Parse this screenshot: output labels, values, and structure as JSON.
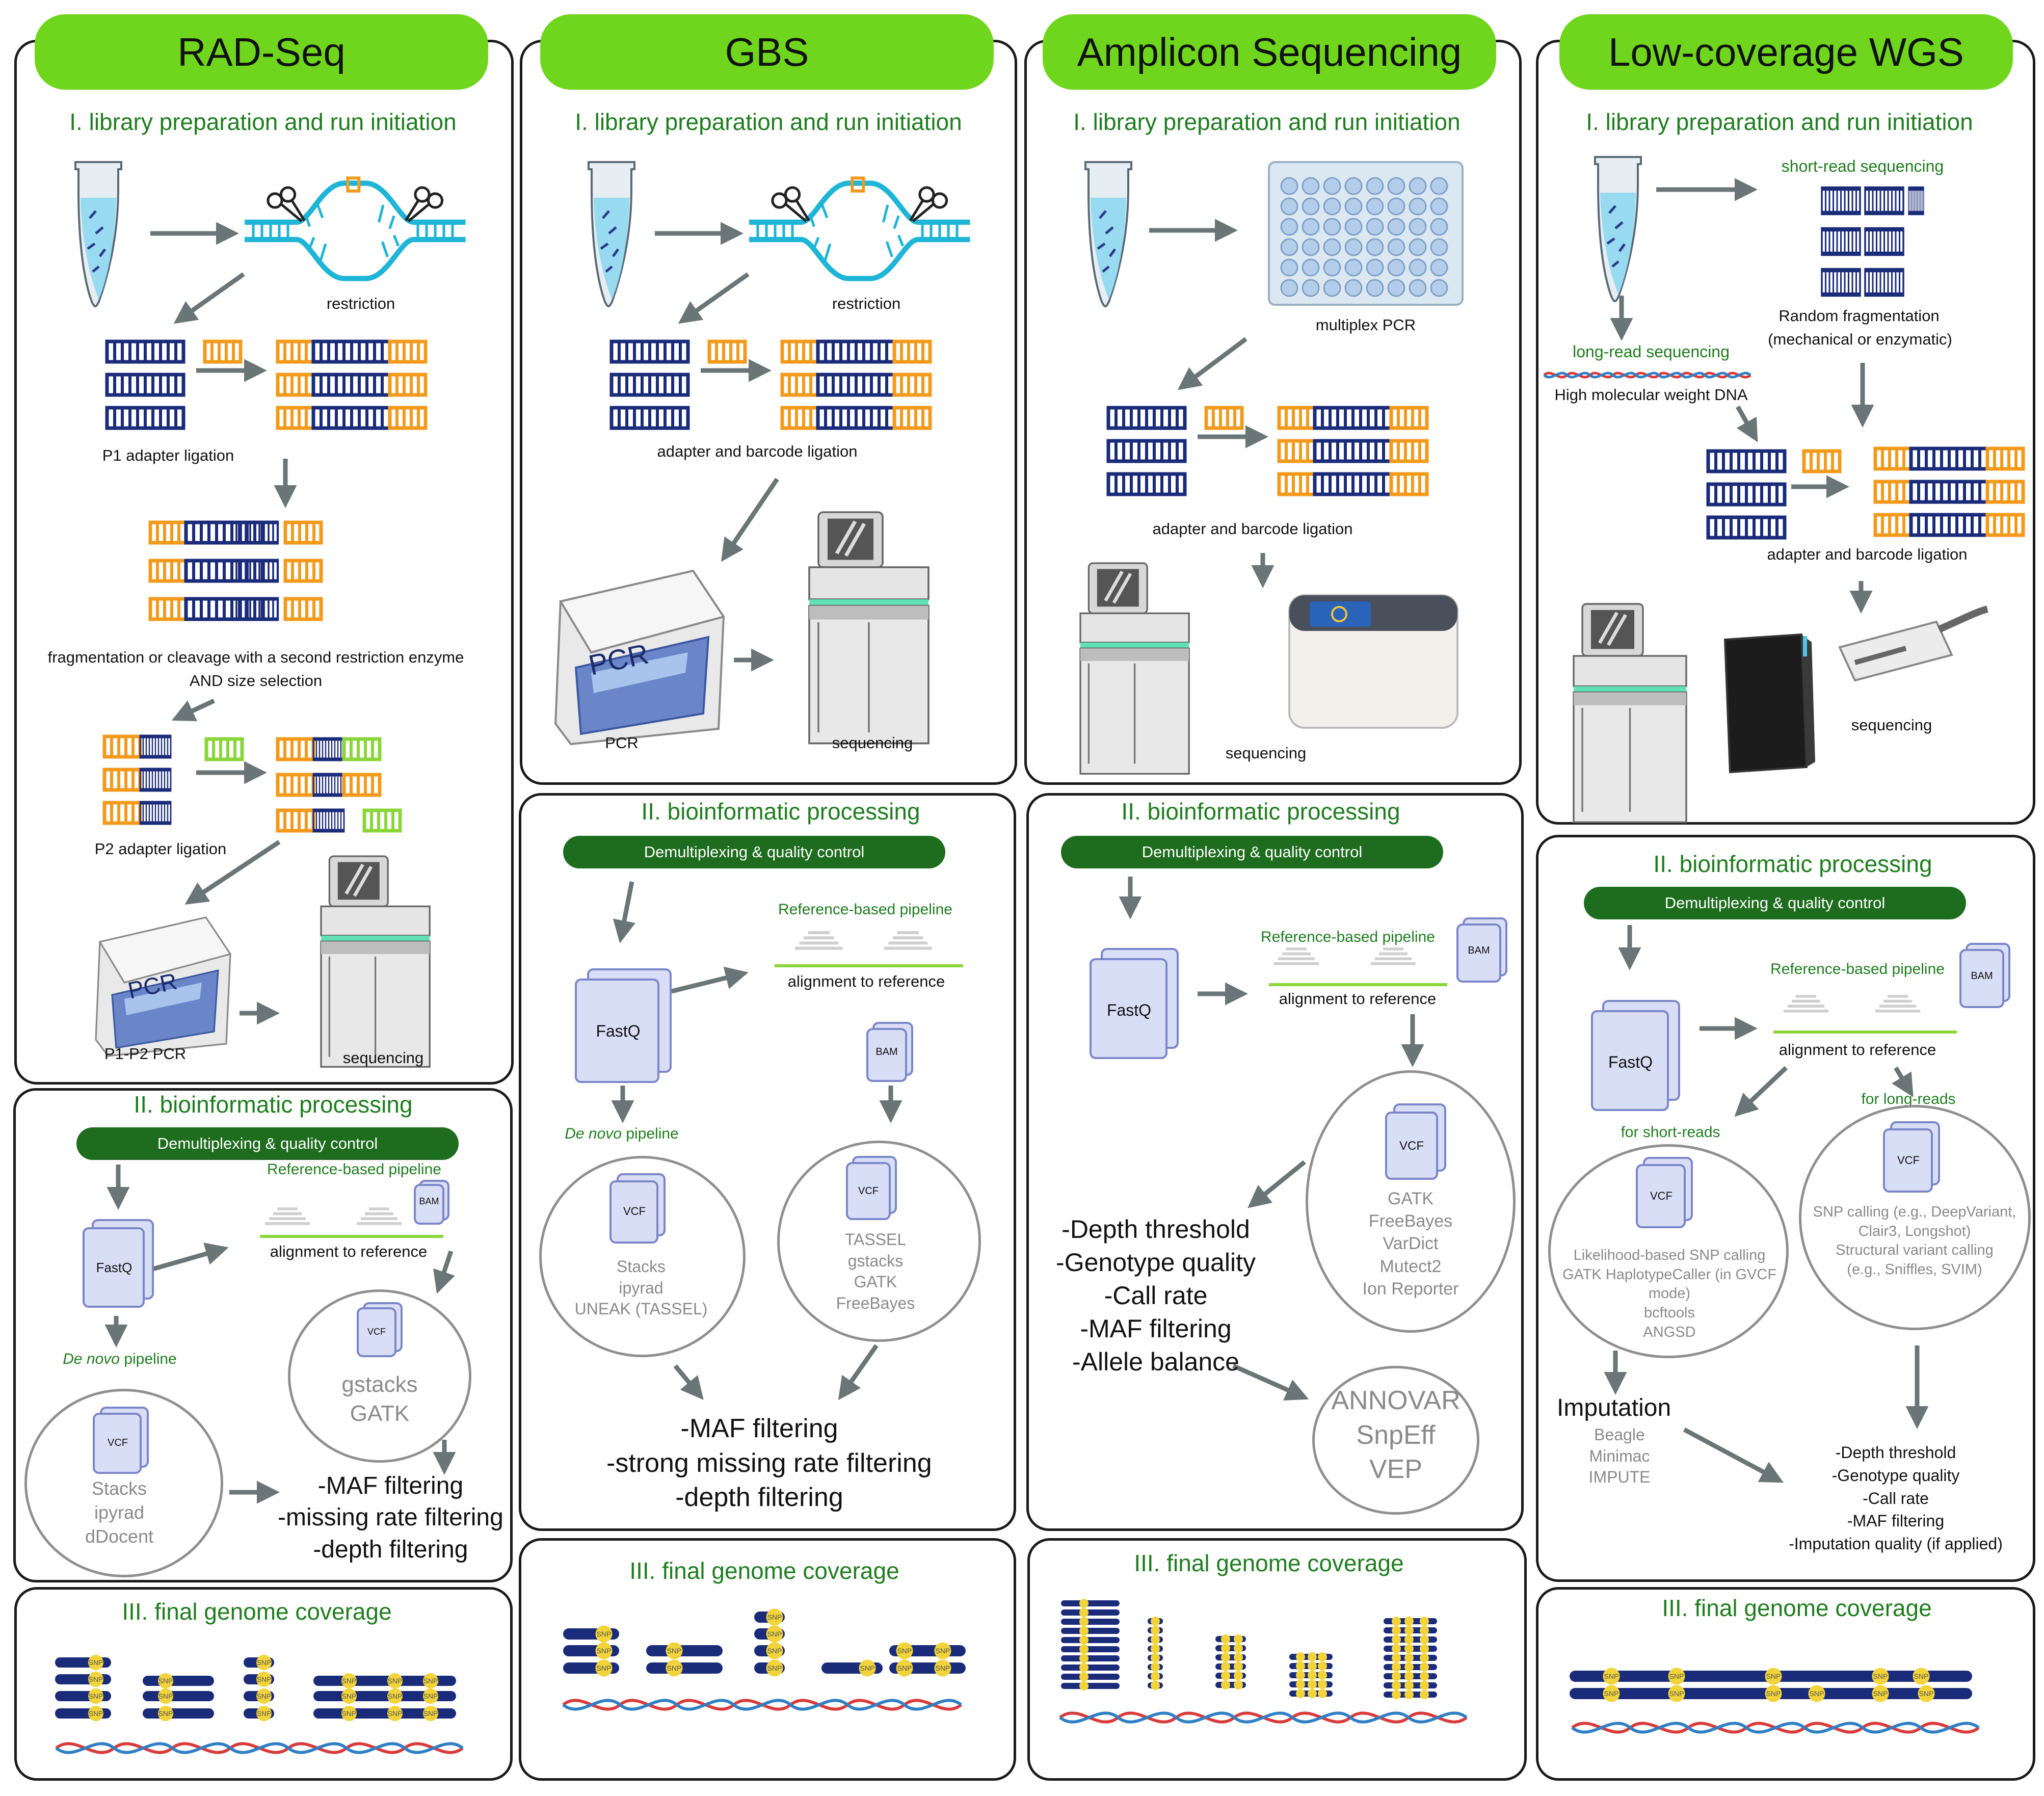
{
  "columns": [
    {
      "title": "RAD-Seq",
      "sec1": "I. library preparation and run initiation",
      "restriction": "restriction",
      "p1_ligation": "P1 adapter ligation",
      "fragmentation_line1": "fragmentation or cleavage with a second restriction enzyme",
      "fragmentation_line2": "AND size selection",
      "p2_ligation": "P2 adapter ligation",
      "pcr_label": "P1-P2 PCR",
      "pcr_screen": "PCR",
      "sequencing": "sequencing",
      "sec2": "II. bioinformatic processing",
      "demux": "Demultiplexing & quality control",
      "reference_pipeline": "Reference-based pipeline",
      "bam": "BAM",
      "alignment": "alignment to reference",
      "fastq": "FastQ",
      "denovo_italic": "De novo",
      "denovo_rest": " pipeline",
      "vcf": "VCF",
      "denovo_tools": [
        "Stacks",
        "ipyrad",
        "dDocent"
      ],
      "ref_tools": [
        "gstacks",
        "GATK"
      ],
      "filters": [
        "-MAF filtering",
        "-missing rate filtering",
        "-depth filtering"
      ],
      "sec3": "III. final genome coverage",
      "snp": "SNP"
    },
    {
      "title": "GBS",
      "sec1": "I. library preparation and run initiation",
      "restriction": "restriction",
      "ligation": "adapter and barcode ligation",
      "pcr_label": "PCR",
      "pcr_screen": "PCR",
      "sequencing": "sequencing",
      "sec2": "II. bioinformatic processing",
      "demux": "Demultiplexing & quality control",
      "reference_pipeline": "Reference-based pipeline",
      "alignment": "alignment to reference",
      "fastq": "FastQ",
      "bam": "BAM",
      "vcf": "VCF",
      "denovo_italic": "De novo",
      "denovo_rest": " pipeline",
      "denovo_tools": [
        "Stacks",
        "ipyrad",
        "UNEAK (TASSEL)"
      ],
      "ref_tools": [
        "TASSEL",
        "gstacks",
        "GATK",
        "FreeBayes"
      ],
      "filters": [
        "-MAF filtering",
        "-strong missing rate filtering",
        "-depth filtering"
      ],
      "sec3": "III. final genome coverage",
      "snp": "SNP"
    },
    {
      "title": "Amplicon Sequencing",
      "sec1": "I. library preparation and run initiation",
      "multiplex": "multiplex PCR",
      "ligation": "adapter and barcode ligation",
      "sequencing": "sequencing",
      "sec2": "II. bioinformatic processing",
      "demux": "Demultiplexing & quality control",
      "reference_pipeline": "Reference-based pipeline",
      "alignment": "alignment to reference",
      "fastq": "FastQ",
      "bam": "BAM",
      "vcf": "VCF",
      "ref_tools": [
        "GATK",
        "FreeBayes",
        "VarDict",
        "Mutect2",
        "Ion Reporter"
      ],
      "filters": [
        "-Depth threshold",
        "-Genotype quality",
        "-Call rate",
        "-MAF filtering",
        "-Allele balance"
      ],
      "annotation_tools": [
        "ANNOVAR",
        "SnpEff",
        "VEP"
      ],
      "sec3": "III. final genome coverage"
    },
    {
      "title": "Low-coverage WGS",
      "sec1": "I. library preparation and run initiation",
      "short_read": "short-read sequencing",
      "random_frag_line1": "Random fragmentation",
      "random_frag_line2": "(mechanical or enzymatic)",
      "long_read": "long-read sequencing",
      "hmw_dna": "High molecular weight DNA",
      "ligation": "adapter and barcode ligation",
      "sequencing": "sequencing",
      "sec2": "II. bioinformatic processing",
      "demux": "Demultiplexing & quality control",
      "reference_pipeline": "Reference-based pipeline",
      "alignment": "alignment to reference",
      "fastq": "FastQ",
      "bam": "BAM",
      "vcf": "VCF",
      "for_short": "for short-reads",
      "for_long": "for long-reads",
      "short_tools": [
        "Likelihood-based SNP calling",
        "GATK HaplotypeCaller (in GVCF",
        "mode)",
        "bcftools",
        "ANGSD"
      ],
      "long_tools": [
        "SNP calling (e.g., DeepVariant,",
        "Clair3, Longshot)",
        "Structural variant calling",
        "(e.g., Sniffles, SVIM)"
      ],
      "imputation": "Imputation",
      "imputation_tools": [
        "Beagle",
        "Minimac",
        "IMPUTE"
      ],
      "filters": [
        "-Depth threshold",
        "-Genotype quality",
        "-Call rate",
        "-MAF filtering",
        "-Imputation quality (if applied)"
      ],
      "sec3": "III. final genome coverage",
      "snp": "SNP"
    }
  ],
  "colors": {
    "header_green": "#6fd61d",
    "section_green": "#1e7d1e",
    "pill_green": "#1e6d1e",
    "navy": "#1a2b7a",
    "orange": "#f39a1c",
    "lime": "#8ad63a",
    "snp_yellow": "#f2d43a",
    "arrow_grey": "#6a7578",
    "teal": "#3cc4d6"
  }
}
